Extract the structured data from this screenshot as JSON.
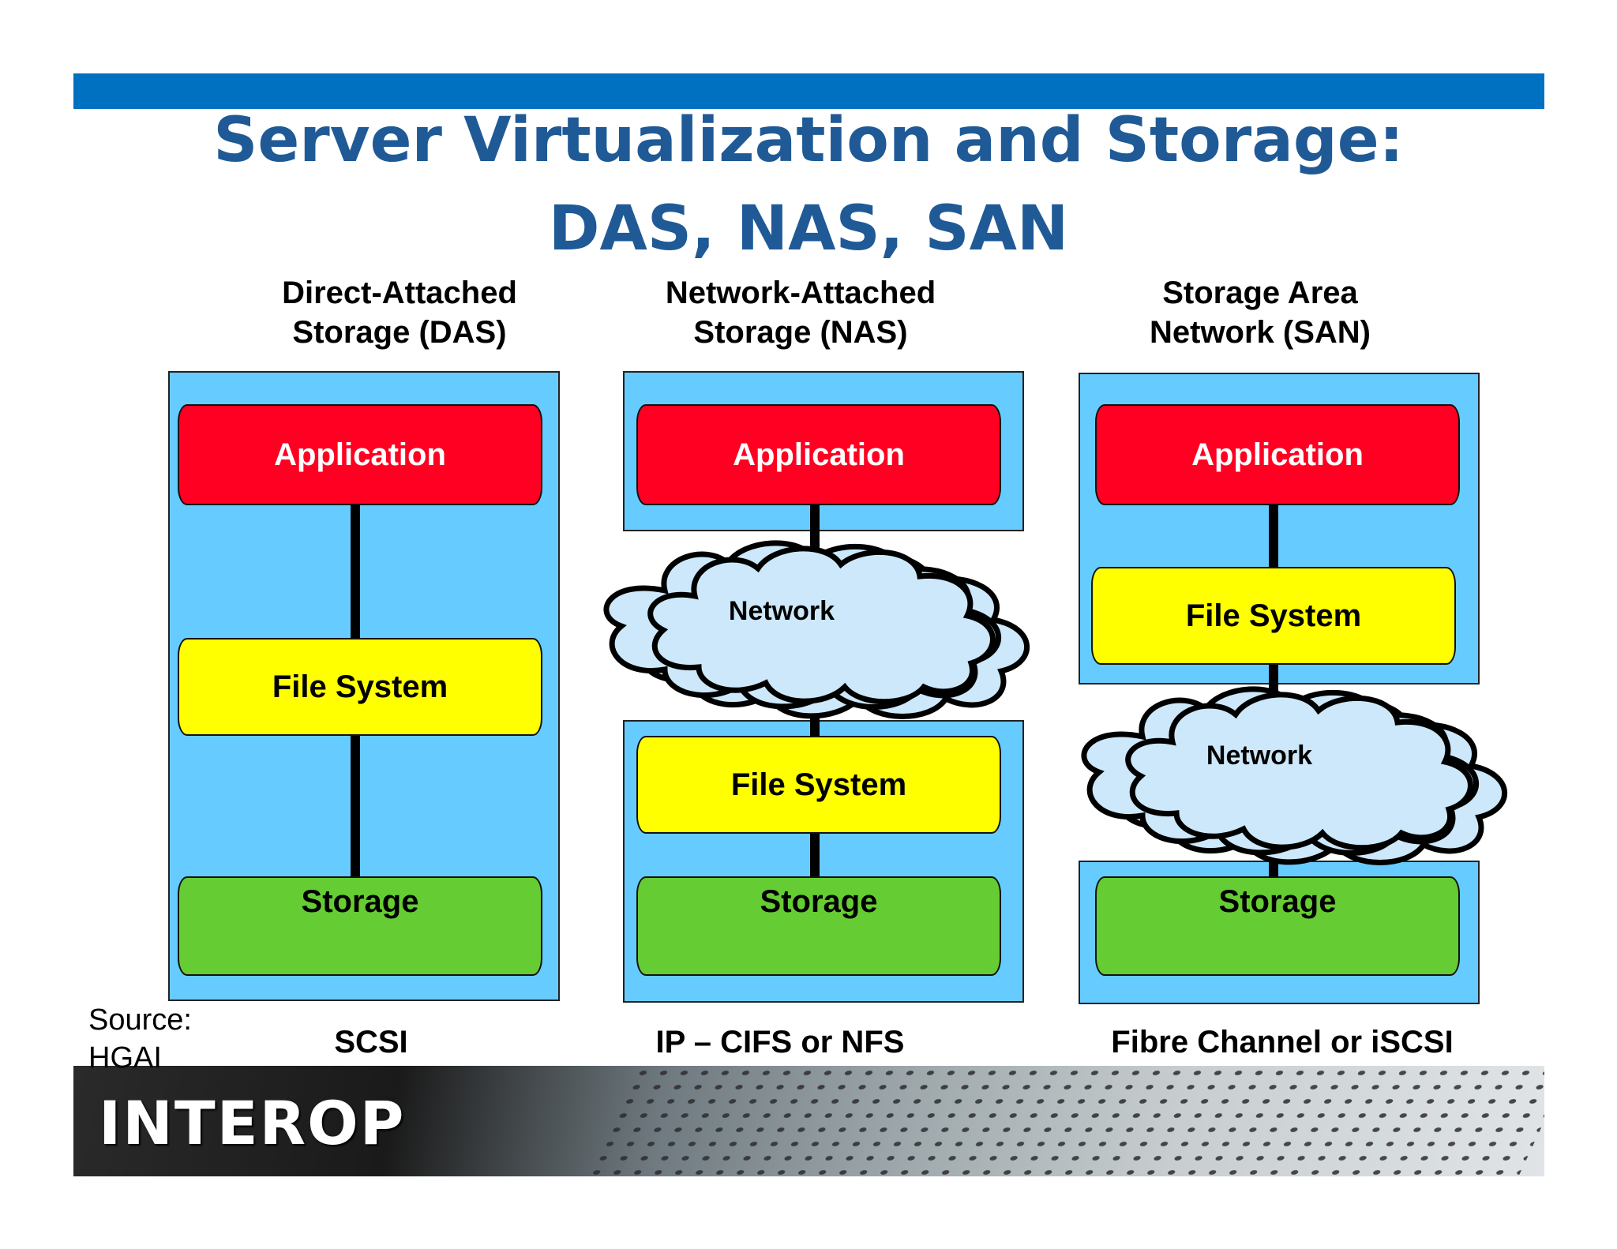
{
  "title": {
    "line1": "Server Virtualization and Storage:",
    "line2": "DAS, NAS, SAN"
  },
  "columns": [
    {
      "heading_line1": "Direct-Attached",
      "heading_line2": "Storage (DAS)",
      "protocol": "SCSI"
    },
    {
      "heading_line1": "Network-Attached",
      "heading_line2": "Storage (NAS)",
      "protocol": "IP – CIFS or NFS"
    },
    {
      "heading_line1": "Storage Area",
      "heading_line2": "Network (SAN)",
      "protocol": "Fibre Channel or iSCSI"
    }
  ],
  "labels": {
    "application": "Application",
    "file_system": "File System",
    "storage": "Storage",
    "network": "Network"
  },
  "source": {
    "line1": "Source:",
    "line2": "HGAI"
  },
  "footer": {
    "logo": "INTEROP"
  },
  "colors": {
    "title": "#1f5a96",
    "top_bar": "#0070c0",
    "panel": "#66ccff",
    "application": "#ff0022",
    "file_system": "#ffff00",
    "storage": "#66cc33",
    "cloud": "#cce8fa"
  }
}
